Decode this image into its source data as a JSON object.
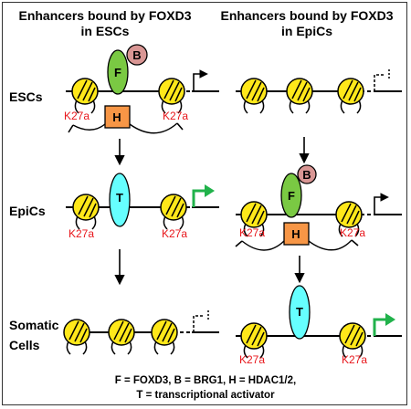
{
  "titles": {
    "left": [
      "Enhancers bound by FOXD3",
      "in ESCs"
    ],
    "right": [
      "Enhancers bound by FOXD3",
      "in EpiCs"
    ]
  },
  "rows": {
    "escs": "ESCs",
    "epics": "EpiCs",
    "somatic": [
      "Somatic",
      "Cells"
    ]
  },
  "mark": "K27a",
  "factors": {
    "foxd3": "F",
    "brg1": "B",
    "hdac": "H",
    "activator": "T"
  },
  "legend": [
    "F = FOXD3, B = BRG1, H = HDAC1/2,",
    "T = transcriptional activator"
  ],
  "colors": {
    "nucleosome": "#ffe81a",
    "foxd3": "#7ac943",
    "brg1": "#d99694",
    "hdac": "#f79646",
    "activator": "#66ffff",
    "active_tss": "#21b24b",
    "mark": "#e8161b"
  }
}
